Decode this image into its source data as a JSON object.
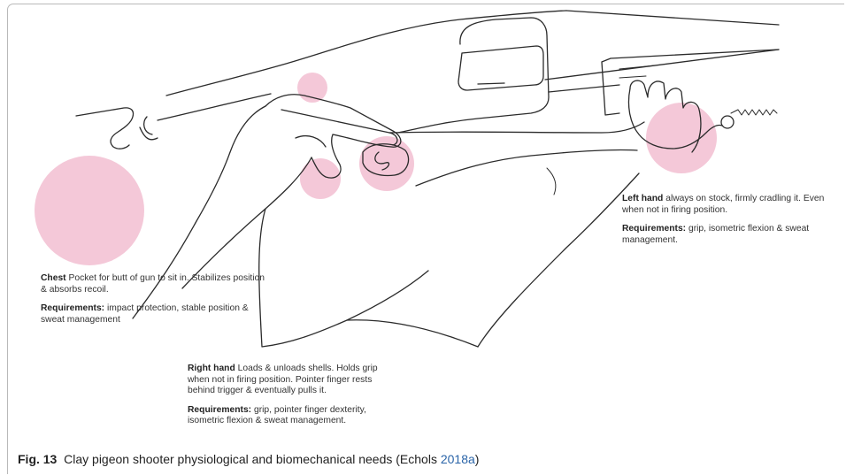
{
  "figure": {
    "caption_label": "Fig. 13",
    "caption_text": "Clay pigeon shooter physiological and biomechanical needs (Echols ",
    "caption_citation": "2018a",
    "caption_close": ")"
  },
  "callouts": {
    "chest": {
      "title": "Chest",
      "description": "Pocket for butt of gun to sit in. Stabilizes position & absorbs recoil.",
      "req_label": "Requirements:",
      "req_text": "impact protection, stable position & sweat management"
    },
    "right_hand": {
      "title": "Right hand",
      "description": "Loads & unloads shells. Holds grip when not in firing position. Pointer finger rests behind trigger & eventually pulls it.",
      "req_label": "Requirements:",
      "req_text": "grip, pointer finger dexterity, isometric flexion & sweat management."
    },
    "left_hand": {
      "title": "Left hand",
      "description": "always on stock, firmly cradling it. Even when not in firing position.",
      "req_label": "Requirements:",
      "req_text": "grip, isometric flexion & sweat management."
    }
  },
  "colors": {
    "highlight": "#f2bcd0",
    "line": "#2b2b2b",
    "citation": "#2a64a8"
  }
}
